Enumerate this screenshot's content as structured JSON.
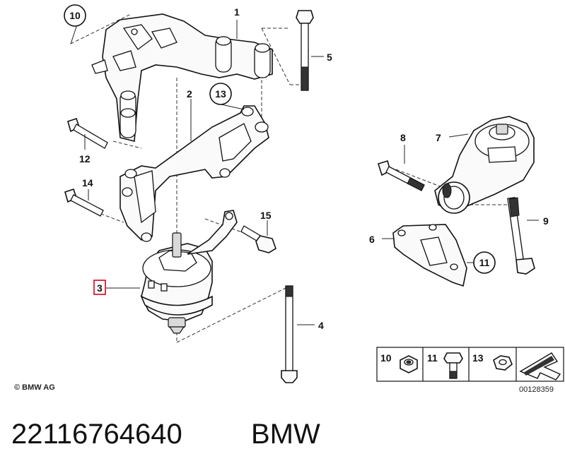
{
  "callouts": {
    "p1": "1",
    "p2": "2",
    "p3": "3",
    "p4": "4",
    "p5": "5",
    "p6": "6",
    "p7": "7",
    "p8": "8",
    "p9": "9",
    "p10": "10",
    "p11": "11",
    "p12": "12",
    "p13": "13",
    "p14": "14",
    "p15": "15"
  },
  "legend": {
    "item_a": "10",
    "item_b": "11",
    "item_c": "13"
  },
  "diagram_id": "00128359",
  "copyright": "© BMW AG",
  "footer": {
    "part_number": "22116764640",
    "brand": "BMW"
  },
  "highlight_color": "#d0021b"
}
